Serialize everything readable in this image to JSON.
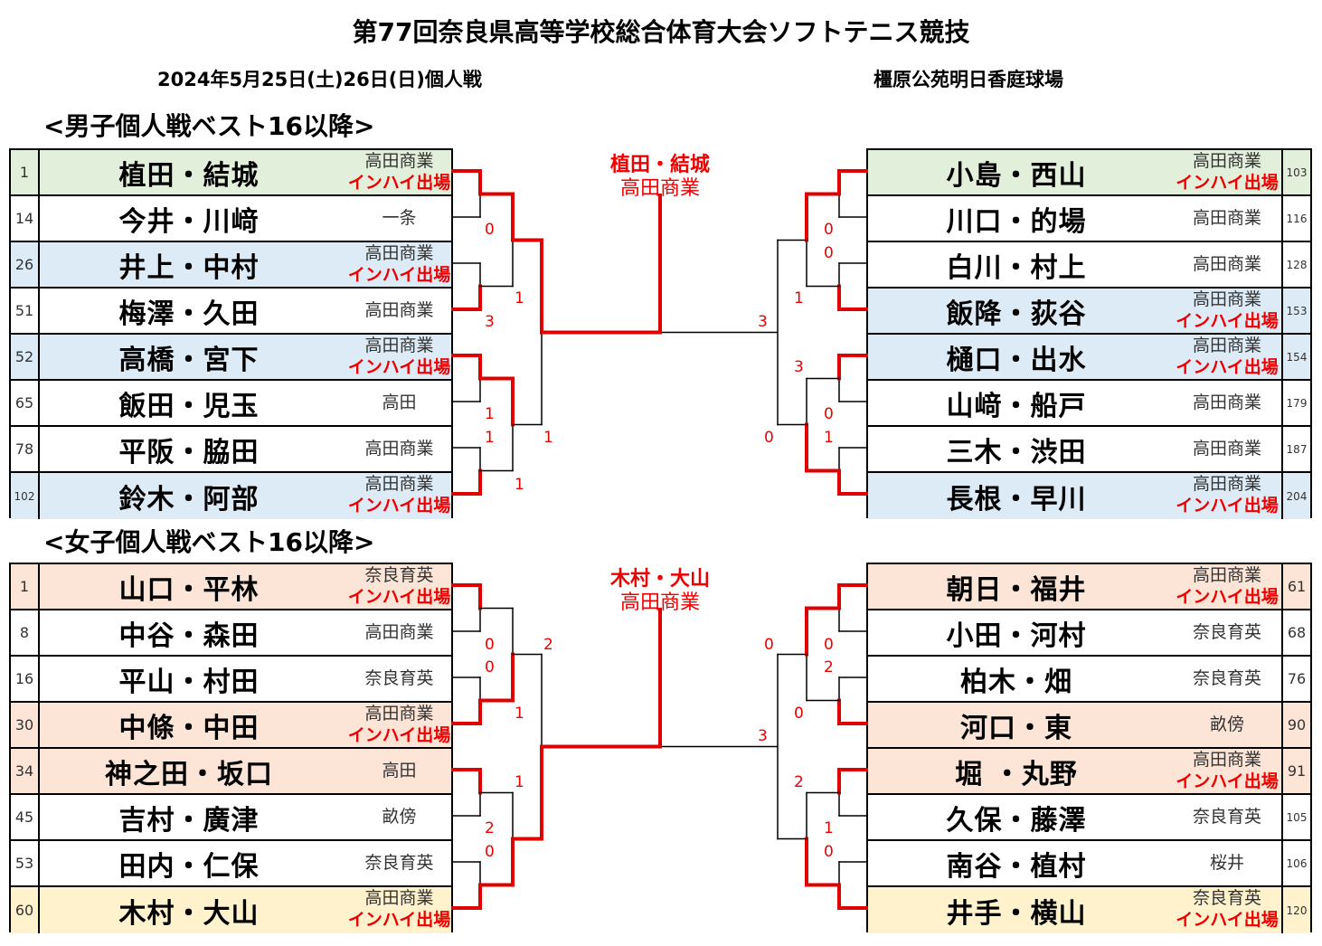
{
  "title": "第77回奈良県高等学校総合体育大会ソフトテニス競技",
  "date": "2024年5月25日(土)26日(日)個人戦",
  "venue": "橿原公苑明日香庭球場",
  "boys_heading": "<男子個人戦ベスト16以降>",
  "girls_heading": "<女子個人戦ベスト16以降>",
  "colors": {
    "green": "#e2efda",
    "blue": "#ddebf7",
    "peach": "#fce4d6",
    "yellow": "#fff2cc",
    "accent": "#e00000"
  },
  "inhai_label": "インハイ出場",
  "boys": {
    "champion": {
      "name": "植田・結城",
      "school": "高田商業"
    },
    "left": [
      {
        "seed": "1",
        "name": "植田・結城",
        "school": "高田商業",
        "inhai": true,
        "bg": "green"
      },
      {
        "seed": "14",
        "name": "今井・川﨑",
        "school": "一条",
        "inhai": false,
        "bg": "white"
      },
      {
        "seed": "26",
        "name": "井上・中村",
        "school": "高田商業",
        "inhai": true,
        "bg": "blue"
      },
      {
        "seed": "51",
        "name": "梅澤・久田",
        "school": "高田商業",
        "inhai": false,
        "bg": "white"
      },
      {
        "seed": "52",
        "name": "高橋・宮下",
        "school": "高田商業",
        "inhai": true,
        "bg": "blue"
      },
      {
        "seed": "65",
        "name": "飯田・児玉",
        "school": "高田",
        "inhai": false,
        "bg": "white"
      },
      {
        "seed": "78",
        "name": "平阪・脇田",
        "school": "高田商業",
        "inhai": false,
        "bg": "white"
      },
      {
        "seed": "102",
        "name": "鈴木・阿部",
        "school": "高田商業",
        "inhai": true,
        "bg": "blue"
      }
    ],
    "right": [
      {
        "seed": "103",
        "name": "小島・西山",
        "school": "高田商業",
        "inhai": true,
        "bg": "green"
      },
      {
        "seed": "116",
        "name": "川口・的場",
        "school": "高田商業",
        "inhai": false,
        "bg": "white"
      },
      {
        "seed": "128",
        "name": "白川・村上",
        "school": "高田商業",
        "inhai": false,
        "bg": "white"
      },
      {
        "seed": "153",
        "name": "飯降・荻谷",
        "school": "高田商業",
        "inhai": true,
        "bg": "blue"
      },
      {
        "seed": "154",
        "name": "樋口・出水",
        "school": "高田商業",
        "inhai": true,
        "bg": "blue"
      },
      {
        "seed": "179",
        "name": "山﨑・船戸",
        "school": "高田商業",
        "inhai": false,
        "bg": "white"
      },
      {
        "seed": "187",
        "name": "三木・渋田",
        "school": "高田商業",
        "inhai": false,
        "bg": "white"
      },
      {
        "seed": "204",
        "name": "長根・早川",
        "school": "高田商業",
        "inhai": true,
        "bg": "blue"
      }
    ],
    "scores": [
      "0",
      "1",
      "3",
      "1",
      "1",
      "1",
      "1",
      "0",
      "0",
      "1",
      "3",
      "3",
      "0",
      "0",
      "1"
    ]
  },
  "girls": {
    "champion": {
      "name": "木村・大山",
      "school": "高田商業"
    },
    "left": [
      {
        "seed": "1",
        "name": "山口・平林",
        "school": "奈良育英",
        "inhai": true,
        "bg": "peach"
      },
      {
        "seed": "8",
        "name": "中谷・森田",
        "school": "高田商業",
        "inhai": false,
        "bg": "white"
      },
      {
        "seed": "16",
        "name": "平山・村田",
        "school": "奈良育英",
        "inhai": false,
        "bg": "white"
      },
      {
        "seed": "30",
        "name": "中條・中田",
        "school": "高田商業",
        "inhai": true,
        "bg": "peach"
      },
      {
        "seed": "34",
        "name": "神之田・坂口",
        "school": "高田",
        "inhai": false,
        "bg": "peach"
      },
      {
        "seed": "45",
        "name": "吉村・廣津",
        "school": "畝傍",
        "inhai": false,
        "bg": "white"
      },
      {
        "seed": "53",
        "name": "田内・仁保",
        "school": "奈良育英",
        "inhai": false,
        "bg": "white"
      },
      {
        "seed": "60",
        "name": "木村・大山",
        "school": "高田商業",
        "inhai": true,
        "bg": "yellow"
      }
    ],
    "right": [
      {
        "seed": "61",
        "name": "朝日・福井",
        "school": "高田商業",
        "inhai": true,
        "bg": "peach"
      },
      {
        "seed": "68",
        "name": "小田・河村",
        "school": "奈良育英",
        "inhai": false,
        "bg": "white"
      },
      {
        "seed": "76",
        "name": "柏木・畑",
        "school": "奈良育英",
        "inhai": false,
        "bg": "white"
      },
      {
        "seed": "90",
        "name": "河口・東",
        "school": "畝傍",
        "inhai": false,
        "bg": "peach"
      },
      {
        "seed": "91",
        "name": "堀 ・丸野",
        "school": "高田商業",
        "inhai": true,
        "bg": "peach"
      },
      {
        "seed": "105",
        "name": "久保・藤澤",
        "school": "奈良育英",
        "inhai": false,
        "bg": "white"
      },
      {
        "seed": "106",
        "name": "南谷・植村",
        "school": "桜井",
        "inhai": false,
        "bg": "white"
      },
      {
        "seed": "120",
        "name": "井手・横山",
        "school": "奈良育英",
        "inhai": true,
        "bg": "yellow"
      }
    ],
    "scores": [
      "0",
      "0",
      "2",
      "1",
      "1",
      "2",
      "0",
      "0",
      "0",
      "2",
      "0",
      "3",
      "2",
      "1",
      "0"
    ]
  }
}
